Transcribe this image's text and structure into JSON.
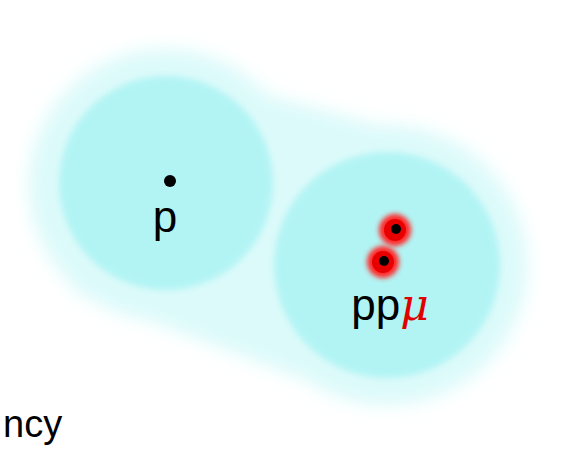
{
  "diagram": {
    "nodes": [
      {
        "text": [
          "p"
        ]
      },
      {
        "text": [
          "ppμ"
        ]
      }
    ],
    "labels": [
      "ncy"
    ]
  }
}
